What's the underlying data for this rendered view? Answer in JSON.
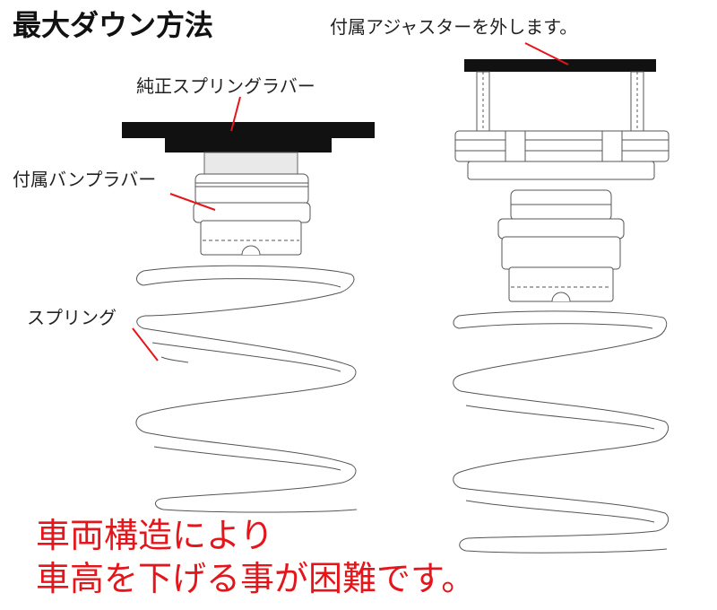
{
  "title": "最大ダウン方法",
  "labels": {
    "remove_adjuster": "付属アジャスターを外します。",
    "stock_spring_rubber": "純正スプリングラバー",
    "bump_rubber": "付属バンプラバー",
    "spring": "スプリング"
  },
  "warning": {
    "line1": "車両構造により",
    "line2": "車高を下げる事が困難です。"
  },
  "colors": {
    "warning_text": "#e4161b",
    "outline": "#555555",
    "solid_plate": "#111111",
    "rubber_fill": "#ededed"
  }
}
